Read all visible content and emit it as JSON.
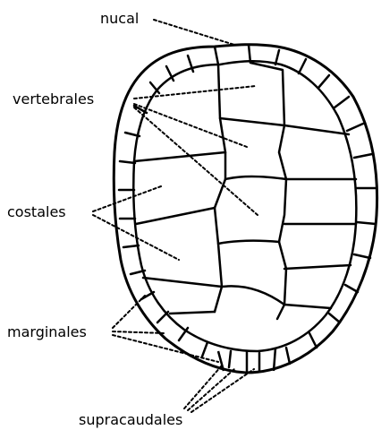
{
  "labels": {
    "nucal": "nucal",
    "vertebrales": "vertebrales",
    "costales": "costales",
    "marginales": "marginales",
    "supracaudales": "supracaudales"
  },
  "colors": {
    "stroke": "#000000",
    "background": "#ffffff"
  }
}
